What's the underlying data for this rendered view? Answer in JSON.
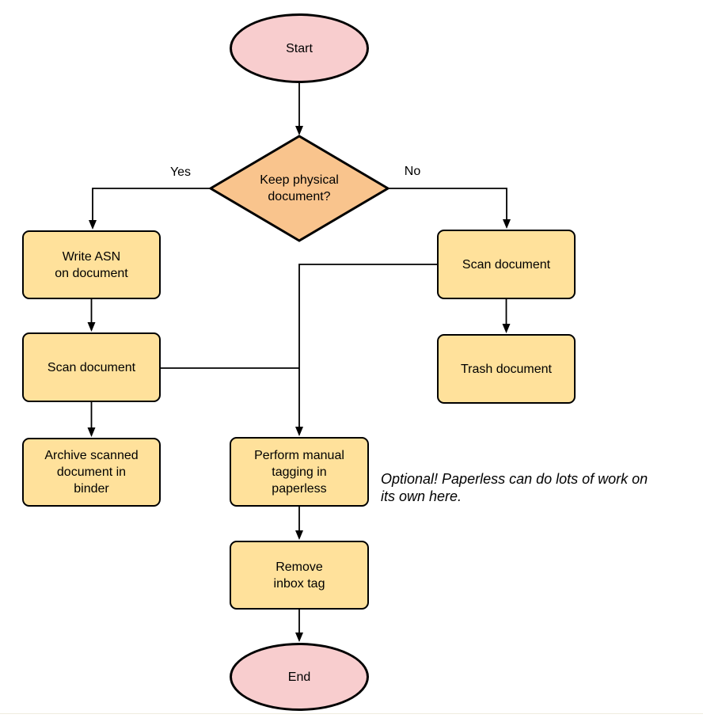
{
  "nodes": {
    "start": {
      "label": "Start"
    },
    "decision": {
      "label": "Keep physical\ndocument?"
    },
    "write_asn": {
      "label": "Write ASN\non document"
    },
    "scan_left": {
      "label": "Scan document"
    },
    "archive": {
      "label": "Archive scanned\ndocument in\nbinder"
    },
    "scan_right": {
      "label": "Scan document"
    },
    "trash": {
      "label": "Trash document"
    },
    "tagging": {
      "label": "Perform manual\ntagging in\npaperless"
    },
    "remove_inbox": {
      "label": "Remove\ninbox tag"
    },
    "end": {
      "label": "End"
    }
  },
  "edges": {
    "yes_label": "Yes",
    "no_label": "No"
  },
  "note": {
    "text": "Optional! Paperless can do lots of work on\nits own here."
  },
  "colors": {
    "terminal-fill": "#f8cdce",
    "decision-fill": "#f9c48d",
    "process-fill": "#ffe19b",
    "stroke": "#000000",
    "baseline-rule": "#efecdf"
  }
}
